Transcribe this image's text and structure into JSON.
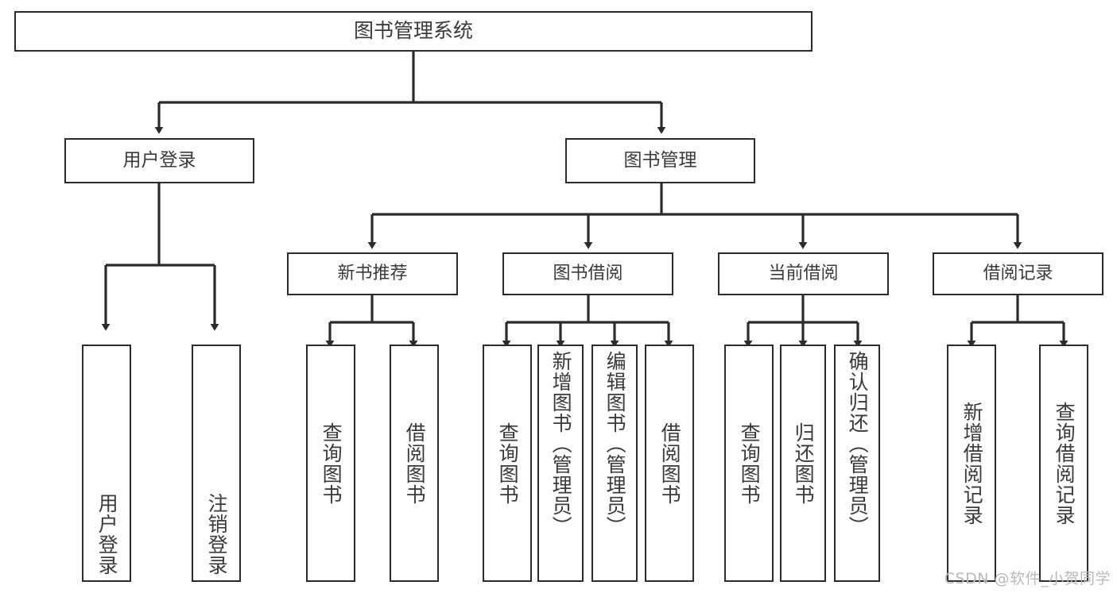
{
  "diagram": {
    "title": "图书管理系统",
    "watermark": "CSDN @软件_小贺同学",
    "stroke_color": "#2b2b2b",
    "text_color": "#3a3a3a",
    "background_color": "#ffffff",
    "watermark_color": "#b9b9b9"
  },
  "nodes": {
    "root": {
      "label": "图书管理系统"
    },
    "level2": [
      {
        "label": "用户登录"
      },
      {
        "label": "图书管理"
      }
    ],
    "level3": [
      {
        "label": "新书推荐"
      },
      {
        "label": "图书借阅"
      },
      {
        "label": "当前借阅"
      },
      {
        "label": "借阅记录"
      }
    ],
    "leaves": [
      {
        "label": "用户登录",
        "parent": "用户登录"
      },
      {
        "label": "注销登录",
        "parent": "用户登录"
      },
      {
        "label": "查询图书",
        "parent": "新书推荐"
      },
      {
        "label": "借阅图书",
        "parent": "新书推荐"
      },
      {
        "label": "查询图书",
        "parent": "图书借阅"
      },
      {
        "label": "新增图书（管理员）",
        "parent": "图书借阅"
      },
      {
        "label": "编辑图书（管理员）",
        "parent": "图书借阅"
      },
      {
        "label": "借阅图书",
        "parent": "图书借阅"
      },
      {
        "label": "查询图书",
        "parent": "当前借阅"
      },
      {
        "label": "归还图书",
        "parent": "当前借阅"
      },
      {
        "label": "确认归还（管理员）",
        "parent": "当前借阅"
      },
      {
        "label": "新增借阅记录",
        "parent": "借阅记录"
      },
      {
        "label": "查询借阅记录",
        "parent": "借阅记录"
      }
    ]
  }
}
